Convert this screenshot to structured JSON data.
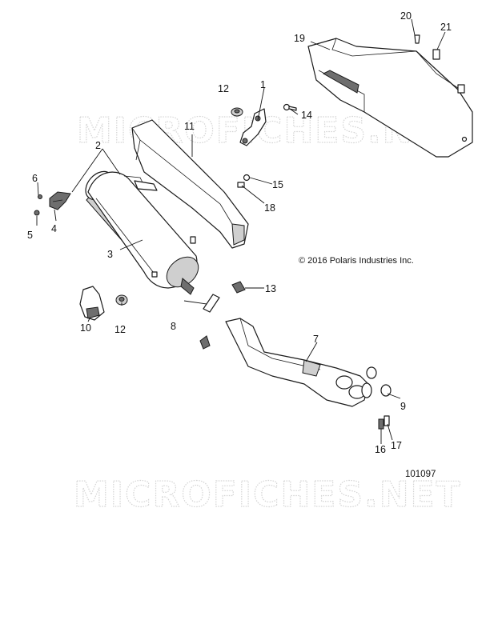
{
  "watermark": "MICROFICHES.NET",
  "copyright": "© 2016 Polaris Industries Inc.",
  "figure_number": "101097",
  "callouts": [
    "1",
    "2",
    "3",
    "4",
    "5",
    "6",
    "7",
    "8",
    "9",
    "10",
    "11",
    "12",
    "13",
    "14",
    "15",
    "16",
    "17",
    "18",
    "19",
    "20",
    "21"
  ]
}
